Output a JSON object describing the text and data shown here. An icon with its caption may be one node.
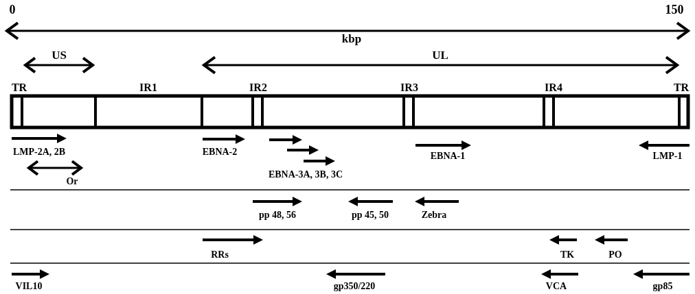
{
  "diagram": {
    "labels": [
      "0",
      "150",
      "kbp",
      "US",
      "UL",
      "TR",
      "IR1",
      "IR2",
      "IR3",
      "IR4",
      "TR",
      "LMP-2A, 2B",
      "EBNA-2",
      "EBNA-1",
      "LMP-1",
      "Or",
      "EBNA-3A, 3B, 3C",
      "pp 48, 56",
      "pp 45, 50",
      "Zebra",
      "RRs",
      "TK",
      "PO",
      "VIL10",
      "gp350/220",
      "VCA",
      "gp85"
    ]
  }
}
